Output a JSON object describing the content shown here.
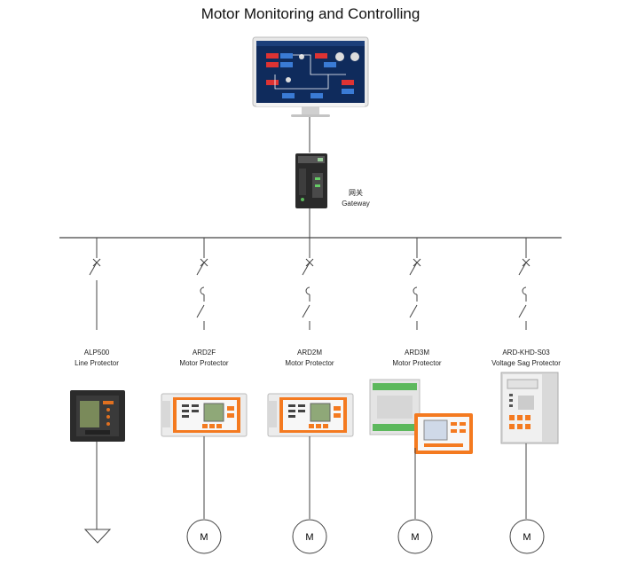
{
  "title": "Motor Monitoring and Controlling",
  "gateway": {
    "name_cn": "网关",
    "name_en": "Gateway"
  },
  "devices": [
    {
      "model": "ALP500",
      "role": "Line Protector",
      "load": "ground"
    },
    {
      "model": "ARD2F",
      "role": "Motor  Protector",
      "load": "motor"
    },
    {
      "model": "ARD2M",
      "role": "Motor Protector",
      "load": "motor"
    },
    {
      "model": "ARD3M",
      "role": "Motor Protector",
      "load": "motor"
    },
    {
      "model": "ARD-KHD-S03",
      "role": "Voltage Sag Protector",
      "load": "motor"
    }
  ],
  "motor_symbol": "M"
}
